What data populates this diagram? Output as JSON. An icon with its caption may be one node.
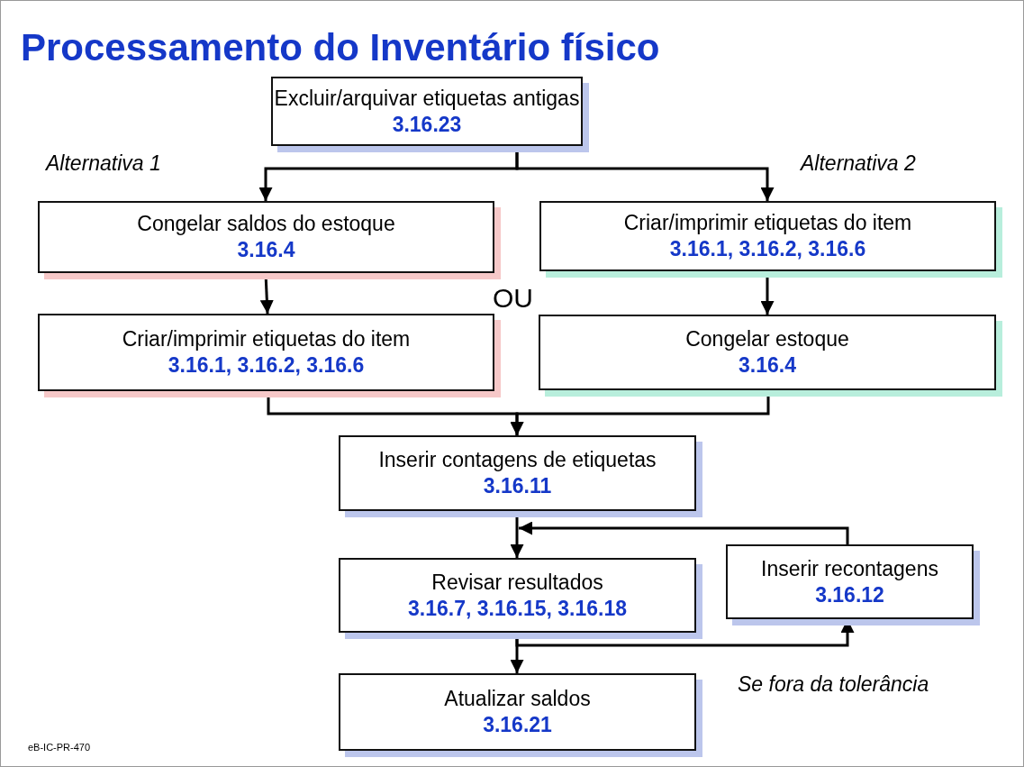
{
  "diagram": {
    "title": "Processamento do Inventário físico",
    "nodes": [
      {
        "text": [
          "Excluir/arquivar etiquetas antigas",
          "3.16.23"
        ]
      },
      {
        "text": [
          "Congelar saldos do estoque",
          "3.16.4"
        ]
      },
      {
        "text": [
          "Criar/imprimir etiquetas do item",
          "3.16.1, 3.16.2, 3.16.6"
        ]
      },
      {
        "text": [
          "Criar/imprimir etiquetas do item",
          "3.16.1, 3.16.2, 3.16.6"
        ]
      },
      {
        "text": [
          "Congelar estoque",
          "3.16.4"
        ]
      },
      {
        "text": [
          "Inserir contagens de etiquetas",
          "3.16.11"
        ]
      },
      {
        "text": [
          "Revisar resultados",
          "3.16.7, 3.16.15, 3.16.18"
        ]
      },
      {
        "text": [
          "Inserir recontagens",
          "3.16.12"
        ]
      },
      {
        "text": [
          "Atualizar saldos",
          "3.16.21"
        ]
      }
    ],
    "edges": [
      {
        "from": 0,
        "to": 1,
        "arrow": "to"
      },
      {
        "from": 0,
        "to": 2,
        "arrow": "to"
      },
      {
        "from": 1,
        "to": 3,
        "arrow": "to"
      },
      {
        "from": 2,
        "to": 4,
        "arrow": "to"
      },
      {
        "from": 3,
        "to": 5,
        "arrow": "to"
      },
      {
        "from": 4,
        "to": 5,
        "arrow": "to"
      },
      {
        "from": 5,
        "to": 6,
        "arrow": "to"
      },
      {
        "from": 7,
        "to": 6,
        "arrow": "to"
      },
      {
        "from": 6,
        "to": 8,
        "arrow": "to"
      },
      {
        "from": 6,
        "to": 7,
        "arrow": "to"
      }
    ],
    "labels": [
      "Alternativa 1",
      "Alternativa 2",
      "OU",
      "Se fora da tolerância",
      "eB-IC-PR-470"
    ]
  }
}
